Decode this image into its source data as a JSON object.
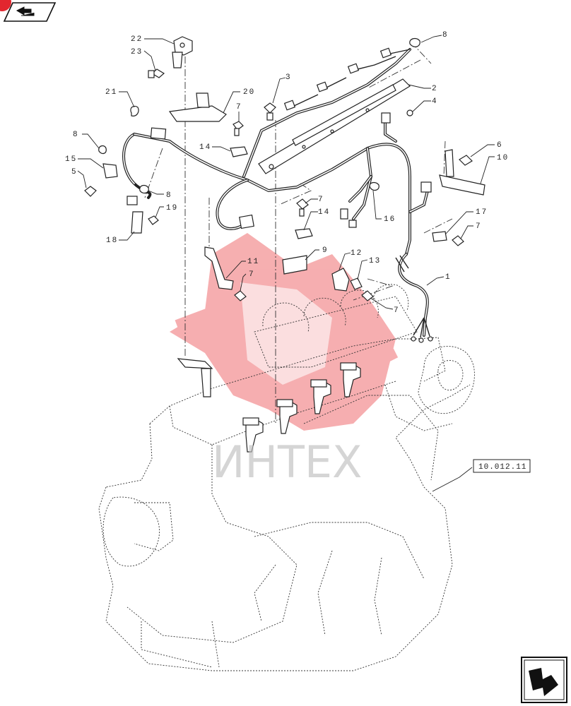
{
  "callouts": [
    {
      "id": "c22",
      "text": "22"
    },
    {
      "id": "c23",
      "text": "23"
    },
    {
      "id": "c21",
      "text": "21"
    },
    {
      "id": "c20",
      "text": "20"
    },
    {
      "id": "c3",
      "text": "3"
    },
    {
      "id": "c8a",
      "text": "8"
    },
    {
      "id": "c2",
      "text": "2"
    },
    {
      "id": "c4",
      "text": "4"
    },
    {
      "id": "c7a",
      "text": "7"
    },
    {
      "id": "c8b",
      "text": "8"
    },
    {
      "id": "c15",
      "text": "15"
    },
    {
      "id": "c5",
      "text": "5"
    },
    {
      "id": "c14a",
      "text": "14"
    },
    {
      "id": "c6",
      "text": "6"
    },
    {
      "id": "c10",
      "text": "10"
    },
    {
      "id": "c8c",
      "text": "8"
    },
    {
      "id": "c19",
      "text": "19"
    },
    {
      "id": "c7b",
      "text": "7"
    },
    {
      "id": "c14b",
      "text": "14"
    },
    {
      "id": "c16",
      "text": "16"
    },
    {
      "id": "c18",
      "text": "18"
    },
    {
      "id": "c17",
      "text": "17"
    },
    {
      "id": "c7c",
      "text": "7"
    },
    {
      "id": "c9",
      "text": "9"
    },
    {
      "id": "c12",
      "text": "12"
    },
    {
      "id": "c11",
      "text": "11"
    },
    {
      "id": "c13",
      "text": "13"
    },
    {
      "id": "c7d",
      "text": "7"
    },
    {
      "id": "c1",
      "text": "1"
    },
    {
      "id": "c7e",
      "text": "7"
    }
  ],
  "reference": "10.012.11",
  "watermark": "ИНТЕХ",
  "colors": {
    "line": "#222222",
    "watermark_logo": "#e8464b",
    "badge": "#e2262f"
  },
  "icons": {
    "top_left": "back-arrow-icon",
    "bottom_right": "next-arrow-icon"
  }
}
